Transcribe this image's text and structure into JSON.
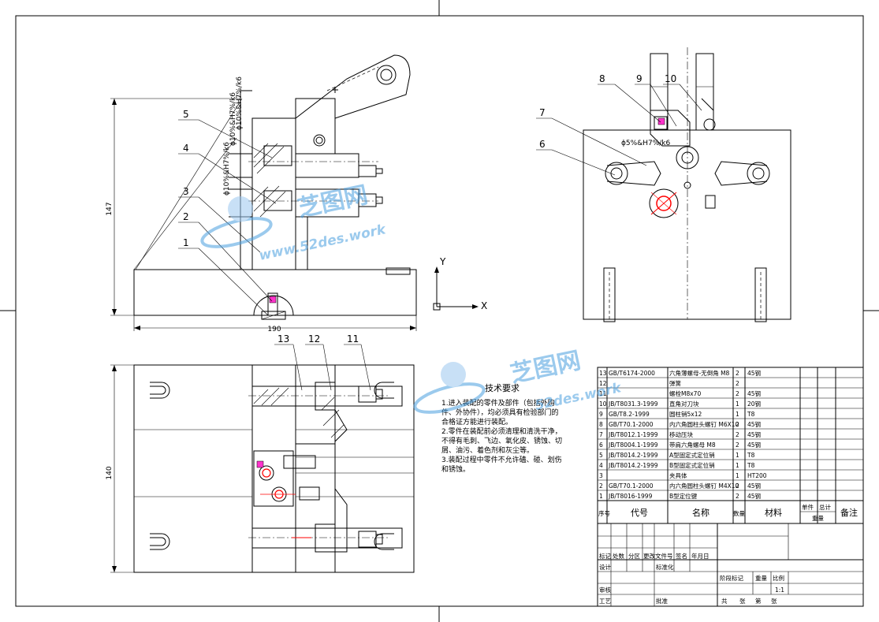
{
  "balloons": {
    "front": [
      "5",
      "4",
      "3",
      "2",
      "1"
    ],
    "side": [
      "8",
      "9",
      "10",
      "7",
      "6"
    ],
    "top": [
      "13",
      "12",
      "11"
    ]
  },
  "dims": {
    "height": "147",
    "width": "190",
    "top_height": "140",
    "front_fit_1": "ϕ10%&H7%/k6",
    "front_fit_2": "ϕ10%&H7%/k6",
    "front_fit_3": "ϕ10%&H7%/k6",
    "side_fit": "ϕ5%&H7%/k6"
  },
  "axes": {
    "y": "Y",
    "x": "X"
  },
  "watermark": {
    "name": "芝图网",
    "url": "www.52des.work",
    "url_partial": "52des.work"
  },
  "tech": {
    "title": "技术要求",
    "lines": [
      "1.进入装配的零件及部件（包括外购",
      "件、外协件），均必须具有检验部门的",
      "合格证方能进行装配。",
      "2.零件在装配前必须清理和清洗干净，",
      "不得有毛刺、飞边、氧化皮、锈蚀、切",
      "屑、油污、着色剂和灰尘等。",
      "3.装配过程中零件不允许磕、碰、划伤",
      "和锈蚀。"
    ]
  },
  "bom": {
    "rows": [
      {
        "no": "13",
        "code": "GB/T6174-2000",
        "name": "六角薄螺母-无倒角 M8",
        "qty": "2",
        "mat": "45钢"
      },
      {
        "no": "12",
        "code": "",
        "name": "弹簧",
        "qty": "2",
        "mat": ""
      },
      {
        "no": "11",
        "code": "",
        "name": "螺栓M8x70",
        "qty": "2",
        "mat": "45钢"
      },
      {
        "no": "10",
        "code": "JB/T8031.3-1999",
        "name": "直角对刀块",
        "qty": "1",
        "mat": "20钢"
      },
      {
        "no": "9",
        "code": "GB/T8.2-1999",
        "name": "圆柱销5x12",
        "qty": "1",
        "mat": "T8"
      },
      {
        "no": "8",
        "code": "GB/T70.1-2000",
        "name": "内六角圆柱头螺钉 M6X10",
        "qty": "2",
        "mat": "45钢"
      },
      {
        "no": "7",
        "code": "JB/T8012.1-1999",
        "name": "移动压块",
        "qty": "2",
        "mat": "45钢"
      },
      {
        "no": "6",
        "code": "JB/T8004.1-1999",
        "name": "带肩六角螺母 M8",
        "qty": "2",
        "mat": "45钢"
      },
      {
        "no": "5",
        "code": "JB/T8014.2-1999",
        "name": "A型固定式定位销",
        "qty": "1",
        "mat": "T8"
      },
      {
        "no": "4",
        "code": "JB/T8014.2-1999",
        "name": "B型固定式定位销",
        "qty": "1",
        "mat": "T8"
      },
      {
        "no": "3",
        "code": "",
        "name": "夹具体",
        "qty": "1",
        "mat": "HT200"
      },
      {
        "no": "2",
        "code": "GB/T70.1-2000",
        "name": "内六角圆柱头螺钉 M4X10",
        "qty": "2",
        "mat": "45钢"
      },
      {
        "no": "1",
        "code": "JB/T8016-1999",
        "name": "B型定位键",
        "qty": "2",
        "mat": "45钢"
      }
    ],
    "header": {
      "no": "序号",
      "code": "代号",
      "name": "名称",
      "qty": "数量",
      "mat": "材料",
      "unit": "单件",
      "total": "总计",
      "weight": "重量",
      "note": "备注"
    }
  },
  "title_block": {
    "mark": "标记",
    "count": "处数",
    "zone": "分区",
    "change_doc": "更改文件号",
    "sign": "签名",
    "date": "年月日",
    "design": "设计",
    "standard": "标准化",
    "stage_mark": "阶段标记",
    "weight": "重量",
    "scale": "比例",
    "scale_val": "1:1",
    "review": "审核",
    "process": "工艺",
    "approve": "批准",
    "sheets_total": "共",
    "sheets": "张",
    "sheet_no": "第",
    "sheet_unit": "张"
  }
}
